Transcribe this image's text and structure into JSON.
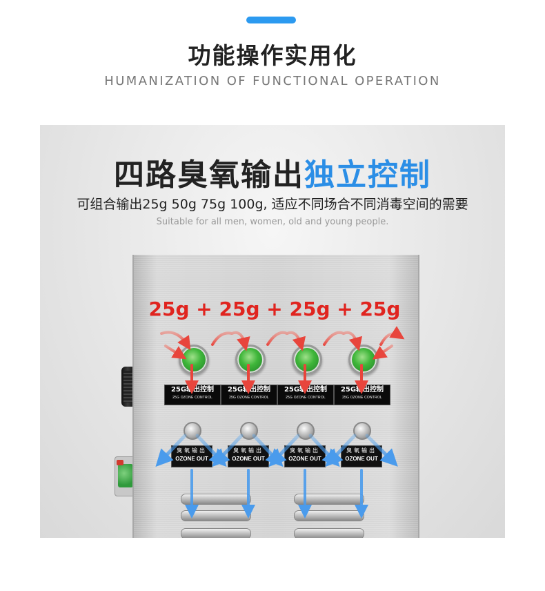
{
  "header": {
    "title": "功能操作实用化",
    "subtitle": "HUMANIZATION OF FUNCTIONAL OPERATION"
  },
  "panel": {
    "title_main": "四路臭氧输出",
    "title_highlight": "独立控制",
    "description": "可组合输出25g 50g 75g 100g, 适应不同场合不同消毒空间的需要",
    "english": "Suitable for all men, women, old and young people."
  },
  "device": {
    "weights_text": "25g + 25g + 25g + 25g",
    "control_label": "25G输出控制",
    "control_label_small": "25G OZONE CONTROL",
    "outlet_label_cn": "臭氧输出",
    "outlet_label_en": "OZONE OUT",
    "units": [
      {
        "label": "25G输出控制",
        "sub": "25G OZONE CONTROL",
        "out_cn": "臭氧输出",
        "out_en": "OZONE OUT"
      },
      {
        "label": "25G输出控制",
        "sub": "25G OZONE CONTROL",
        "out_cn": "臭氧输出",
        "out_en": "OZONE OUT"
      },
      {
        "label": "25G输出控制",
        "sub": "25G OZONE CONTROL",
        "out_cn": "臭氧输出",
        "out_en": "OZONE OUT"
      },
      {
        "label": "25G输出控制",
        "sub": "25G OZONE CONTROL",
        "out_cn": "臭氧输出",
        "out_en": "OZONE OUT"
      }
    ]
  },
  "colors": {
    "accent_blue": "#2b8ee6",
    "top_bar": "#2c9af0",
    "weight_red": "#e0241f",
    "arrow_red": "#e8453c",
    "arrow_blue": "#5aa8f0",
    "indicator_green": "#3fb63a"
  }
}
